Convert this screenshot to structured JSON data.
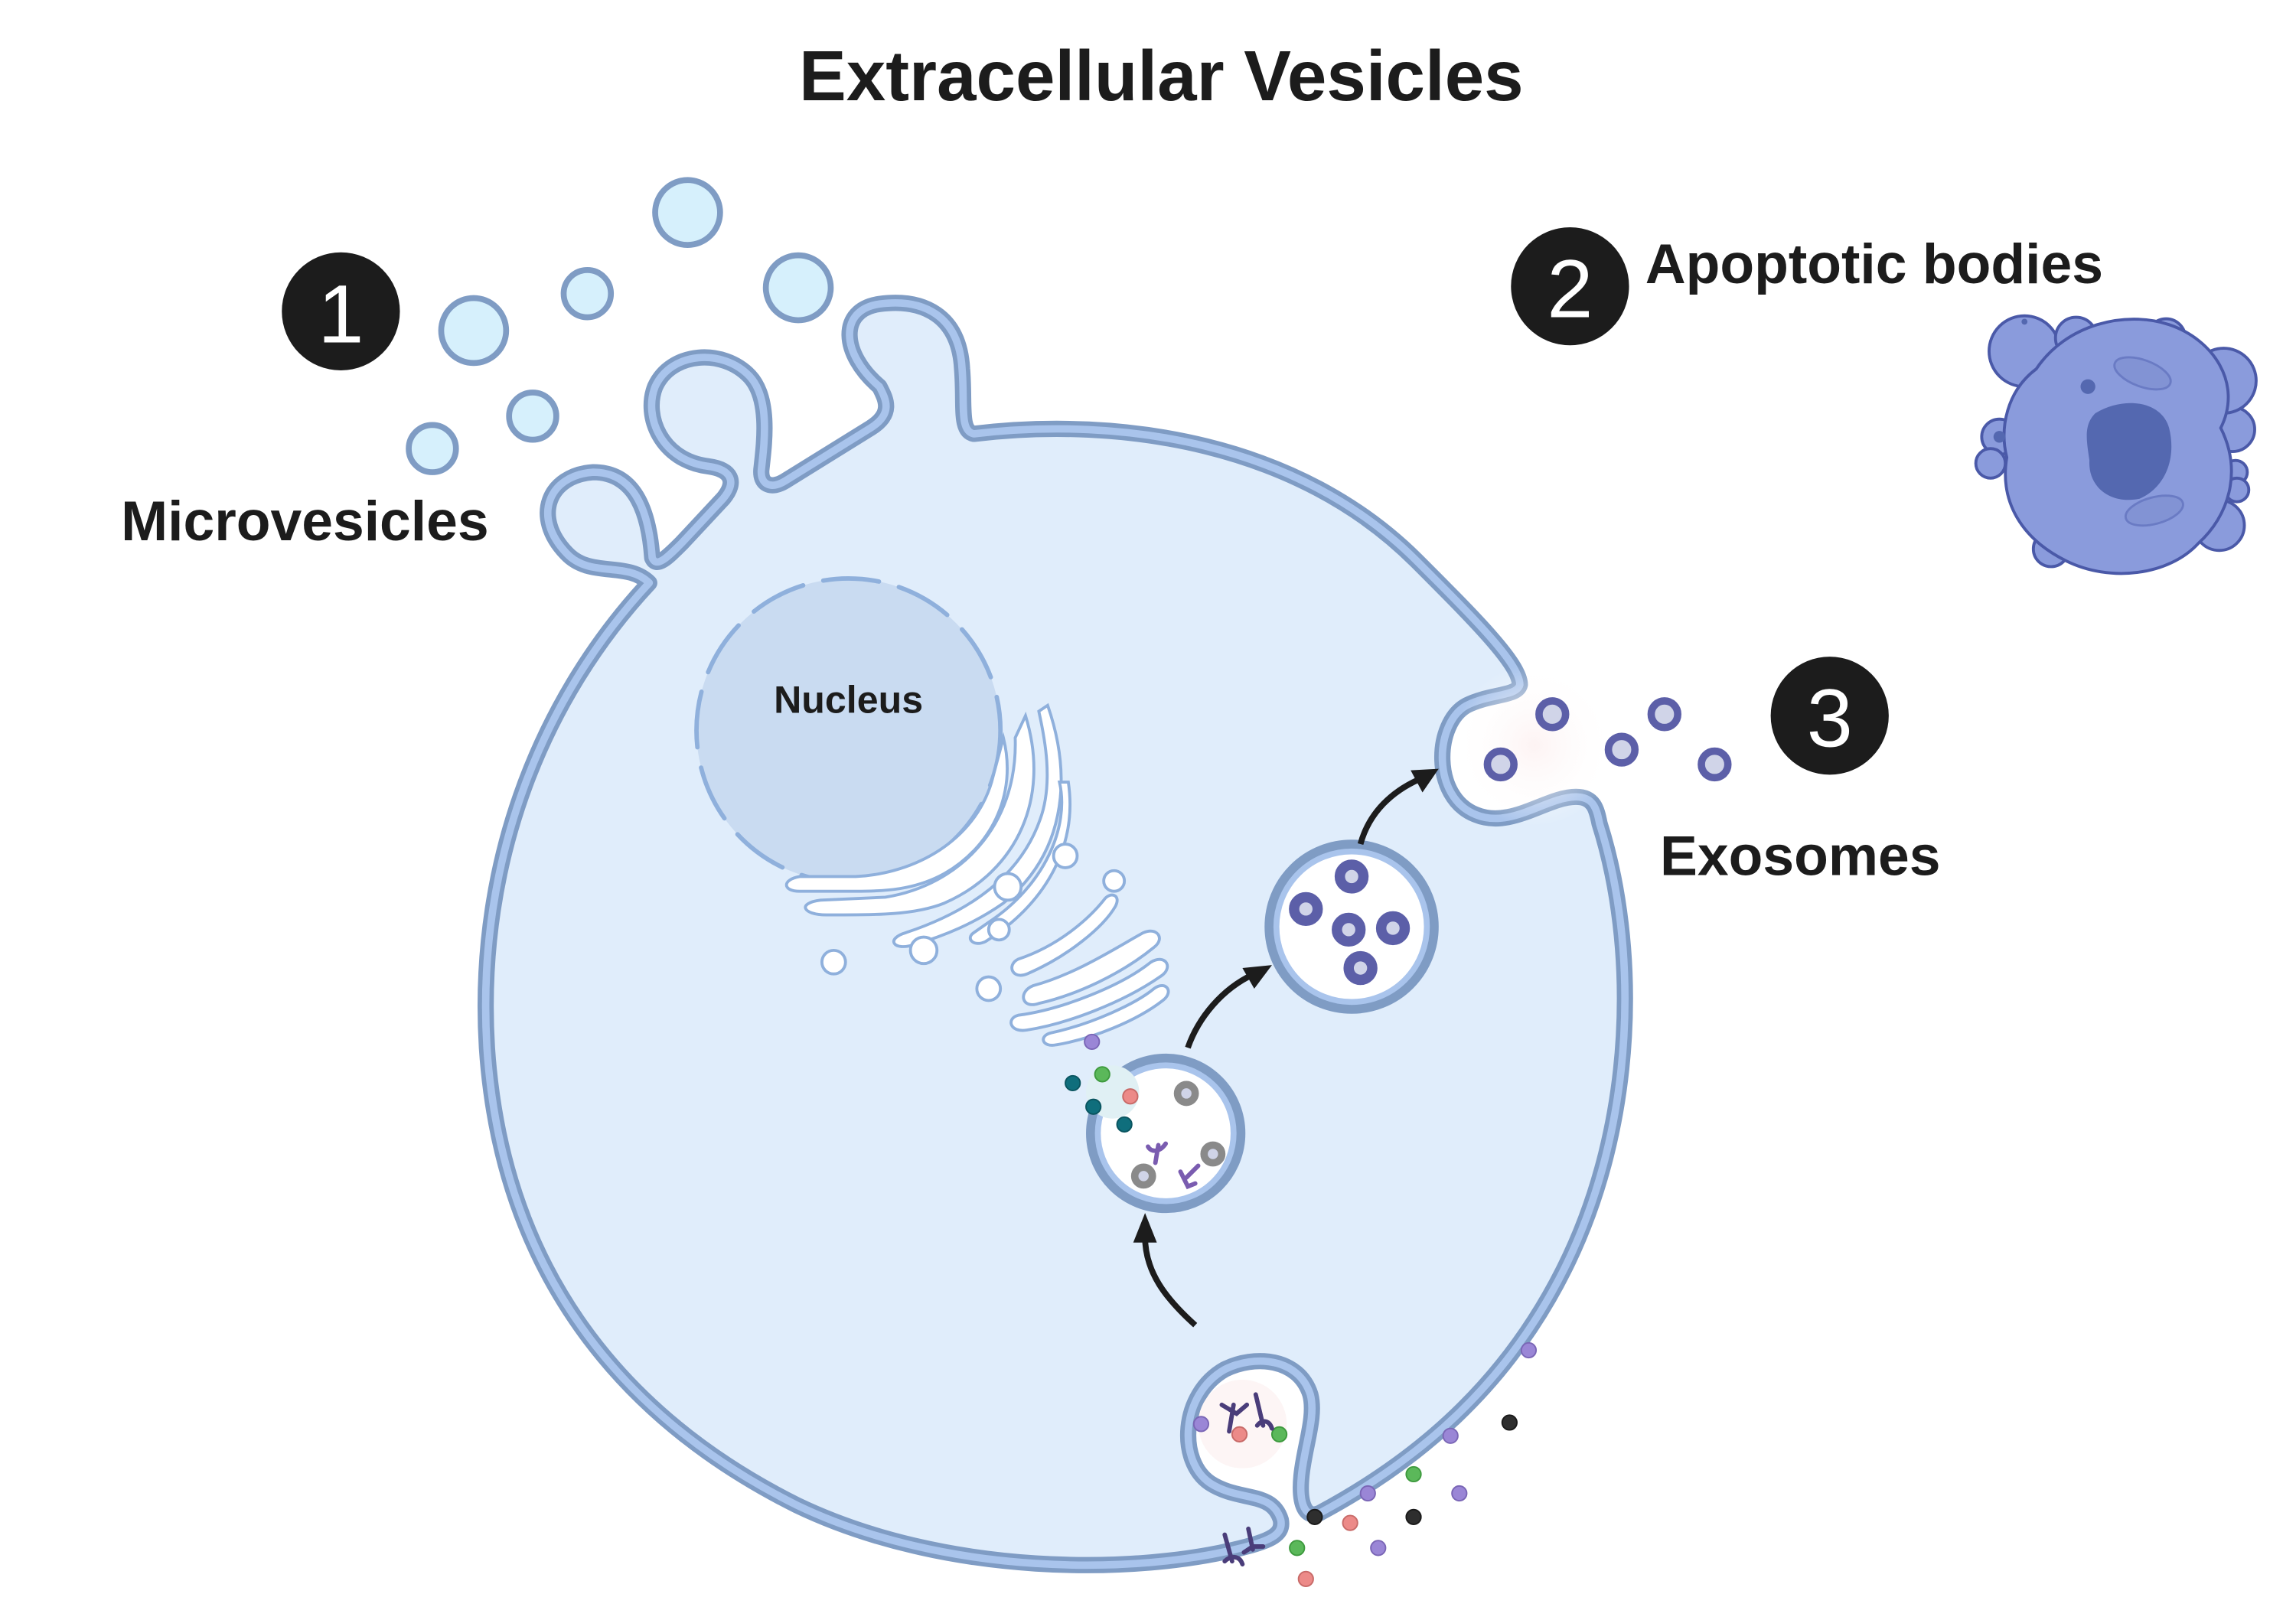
{
  "figure": {
    "title": "Extracellular Vesicles",
    "colors": {
      "cytoplasm": "#e0edfb",
      "membrane_outer": "#7f9cc4",
      "membrane_inner": "#a9c4ec",
      "nucleus_fill": "#c9dbf1",
      "vesicle_fill": "#d6f0fc",
      "exosome_ring": "#5c5fa8",
      "exosome_core": "#d0d4e8",
      "apoptotic_fill": "#8a9bdc",
      "apoptotic_stroke": "#4a59a8",
      "apoptotic_nucleus": "#5468b0",
      "badge": "#1c1c1c",
      "arrow": "#1c1c1c"
    }
  },
  "labels": {
    "microvesicles": {
      "number": "1",
      "text": "Microvesicles"
    },
    "apoptotic_bodies": {
      "number": "2",
      "text": "Apoptotic bodies"
    },
    "exosomes": {
      "number": "3",
      "text": "Exosomes"
    },
    "nucleus": "Nucleus"
  },
  "cargo_colors": {
    "purple": "#9a86d6",
    "green": "#5bb85a",
    "pink": "#ec8a88",
    "black": "#2e2e2e",
    "teal": "#0f6e7c",
    "gray_ring": "#8a8a8a"
  }
}
